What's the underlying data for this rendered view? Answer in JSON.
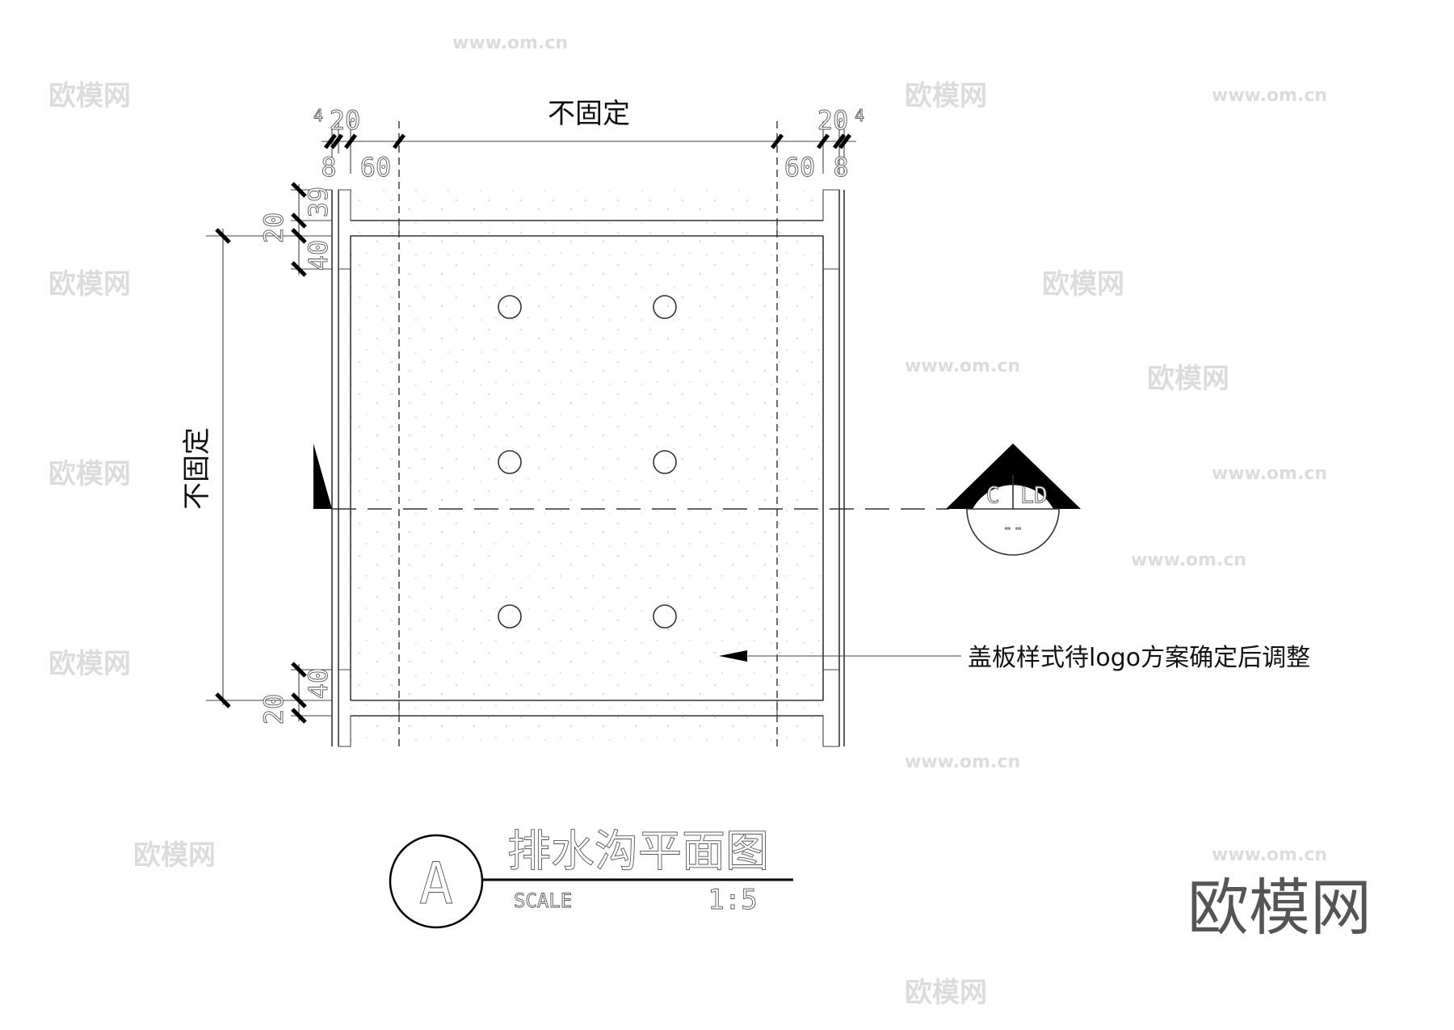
{
  "drawing": {
    "width_label_top": "不固定",
    "length_label_left": "不固定",
    "dims_top_left": [
      "20",
      "4",
      "8",
      "60"
    ],
    "dims_top_right": [
      "20",
      "4",
      "60",
      "8"
    ],
    "dims_left_top": [
      "20",
      "40",
      "39"
    ],
    "dims_left_bottom": [
      "40",
      "20"
    ],
    "section_mark": {
      "left": "C",
      "right": "LD",
      "bottom": "--"
    },
    "note": "盖板样式待logo方案确定后调整"
  },
  "title_block": {
    "tag": "A",
    "title": "排水沟平面图",
    "scale_label": "SCALE",
    "scale_value": "1:5"
  },
  "watermark": {
    "logo": "欧模网",
    "url": "www.om.cn"
  }
}
